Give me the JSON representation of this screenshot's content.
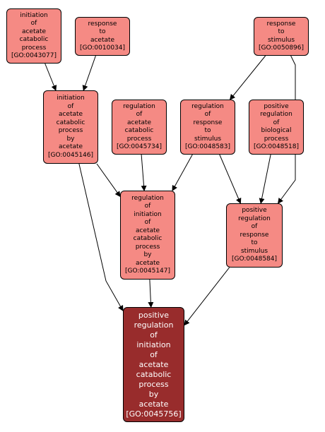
{
  "colors": {
    "node_fill": "#f58a84",
    "target_fill": "#982c2c",
    "border": "#000000",
    "edge": "#000000"
  },
  "nodes": {
    "n43077": {
      "lines": [
        "initiation",
        "of",
        "acetate",
        "catabolic",
        "process",
        "[GO:0043077]"
      ]
    },
    "n10034": {
      "lines": [
        "response",
        "to",
        "acetate",
        "[GO:0010034]"
      ]
    },
    "n50896": {
      "lines": [
        "response",
        "to",
        "stimulus",
        "[GO:0050896]"
      ]
    },
    "n45146": {
      "lines": [
        "initiation",
        "of",
        "acetate",
        "catabolic",
        "process",
        "by",
        "acetate",
        "[GO:0045146]"
      ]
    },
    "n45734": {
      "lines": [
        "regulation",
        "of",
        "acetate",
        "catabolic",
        "process",
        "[GO:0045734]"
      ]
    },
    "n48583": {
      "lines": [
        "regulation",
        "of",
        "response",
        "to",
        "stimulus",
        "[GO:0048583]"
      ]
    },
    "n48518": {
      "lines": [
        "positive",
        "regulation",
        "of",
        "biological",
        "process",
        "[GO:0048518]"
      ]
    },
    "n45147": {
      "lines": [
        "regulation",
        "of",
        "initiation",
        "of",
        "acetate",
        "catabolic",
        "process",
        "by",
        "acetate",
        "[GO:0045147]"
      ]
    },
    "n48584": {
      "lines": [
        "positive",
        "regulation",
        "of",
        "response",
        "to",
        "stimulus",
        "[GO:0048584]"
      ]
    },
    "n45756": {
      "lines": [
        "positive",
        "regulation",
        "of",
        "initiation",
        "of",
        "acetate",
        "catabolic",
        "process",
        "by",
        "acetate",
        "[GO:0045756]"
      ]
    }
  },
  "edges": [
    [
      "n43077",
      "n45146"
    ],
    [
      "n10034",
      "n45146"
    ],
    [
      "n50896",
      "n48583"
    ],
    [
      "n50896",
      "n48584"
    ],
    [
      "n45146",
      "n45147"
    ],
    [
      "n45734",
      "n45147"
    ],
    [
      "n48583",
      "n45147"
    ],
    [
      "n48583",
      "n48584"
    ],
    [
      "n48518",
      "n48584"
    ],
    [
      "n45146",
      "n45756"
    ],
    [
      "n45147",
      "n45756"
    ],
    [
      "n48584",
      "n45756"
    ]
  ]
}
